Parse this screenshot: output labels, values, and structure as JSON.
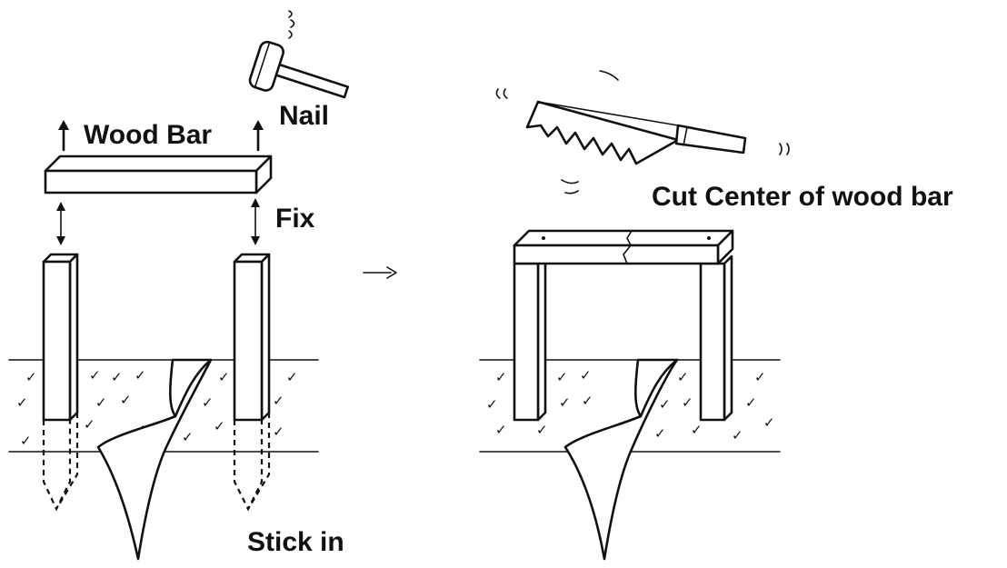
{
  "labels": {
    "wood_bar": "Wood Bar",
    "nail": "Nail",
    "fix": "Fix",
    "stick_in": "Stick in",
    "cut_center": "Cut Center of wood bar"
  },
  "icons": {
    "hammer": "hammer-icon",
    "saw": "saw-icon",
    "step_arrow": "arrow-right-icon"
  },
  "colors": {
    "ink": "#111111",
    "background": "#ffffff"
  }
}
